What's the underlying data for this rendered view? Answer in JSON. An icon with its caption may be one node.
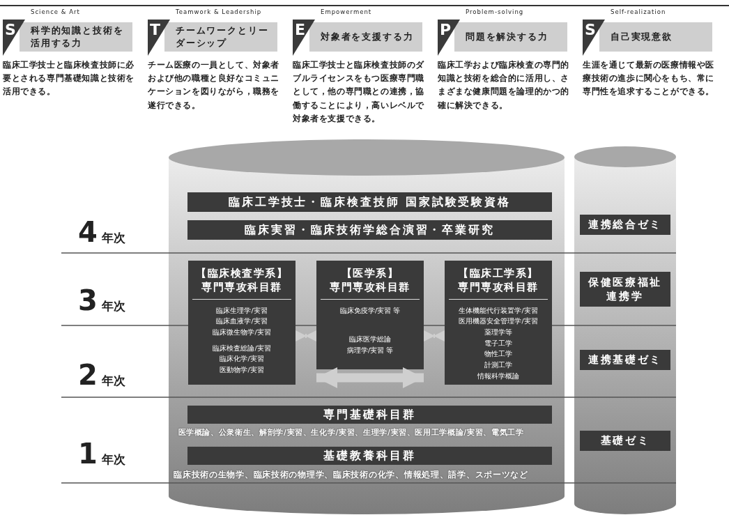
{
  "diagram": {
    "nodes": [
      {
        "text": [
          "S",
          "Science & Art",
          "科学的知識と技術を活用する力",
          "臨床工学技士と臨床検査技師に必要とされる専門基礎知識と技術を活用できる。"
        ]
      },
      {
        "text": [
          "T",
          "Teamwork & Leadership",
          "チームワークとリーダーシップ",
          "チーム医療の一員として、対象者および他の職種と良好なコミュニケーションを図りながら，職務を遂行できる。"
        ]
      },
      {
        "text": [
          "E",
          "Empowerment",
          "対象者を支援する力",
          "臨床工学技士と臨床検査技師のダブルライセンスをもつ医療専門職として，他の専門職との連携，協働することにより，高いレベルで対象者を支援できる。"
        ]
      },
      {
        "text": [
          "P",
          "Problem-solving",
          "問題を解決する力",
          "臨床工学および臨床検査の専門的知識と技術を総合的に活用し、さまざまな健康問題を論理的かつ的確に解決できる。"
        ]
      },
      {
        "text": [
          "S",
          "Self-realization",
          "自己実現意欲",
          "生涯を通じて最新の医療情報や医療技術の進歩に関心をもち、常に専門性を追求することができる。"
        ]
      },
      {
        "text": [],
        "shape": "cylinder"
      },
      {
        "text": [
          "臨床工学技士・臨床検査技師 国家試験受験資格"
        ],
        "in": 5
      },
      {
        "text": [
          "臨床実習・臨床技術学総合演習・卒業研究"
        ],
        "in": 5
      },
      {
        "text": [
          "【臨床検査学系】専門専攻科目群",
          "臨床生理学/実習",
          "臨床血液学/実習",
          "臨床微生物学/実習",
          "臨床検査総論/実習",
          "臨床化学/実習",
          "医動物学/実習"
        ],
        "in": 5
      },
      {
        "text": [
          "【医学系】専門専攻科目群",
          "臨床免疫学/実習 等",
          "臨床医学総論",
          "病理学/実習 等"
        ],
        "in": 5
      },
      {
        "text": [
          "【臨床工学系】専門専攻科目群",
          "生体機能代行装置学/実習",
          "医用機器安全管理学/実習",
          "薬理学等",
          "電子工学",
          "物性工学",
          "計測工学",
          "情報科学概論"
        ],
        "in": 5
      },
      {
        "text": [
          "専門基礎科目群"
        ],
        "in": 5,
        "beside": [
          "医学概論、公衆衛生、解剖学/実習、生化学/実習、生理学/実習、医用工学概論/実習、電気工学"
        ]
      },
      {
        "text": [
          "基礎教養科目群"
        ],
        "in": 5,
        "beside": [
          "臨床技術の生物学、臨床技術の物理学、臨床技術の化学、情報処理、語学、スポーツなど"
        ]
      },
      {
        "text": [],
        "shape": "cylinder"
      },
      {
        "text": [
          "連携総合ゼミ"
        ],
        "in": 13
      },
      {
        "text": [
          "保健医療福祉連携学"
        ],
        "in": 13
      },
      {
        "text": [
          "連携基礎ゼミ"
        ],
        "in": 13
      },
      {
        "text": [
          "基礎ゼミ"
        ],
        "in": 13
      }
    ],
    "edges": [
      {
        "from": 8,
        "to": 9,
        "arrow": "both"
      },
      {
        "from": 9,
        "to": 10,
        "arrow": "both"
      },
      {
        "from": 8,
        "to": 10,
        "arrow": "both",
        "style": "thick"
      }
    ],
    "labels": [
      "4年次",
      "3年次",
      "2年次",
      "1年次"
    ]
  }
}
